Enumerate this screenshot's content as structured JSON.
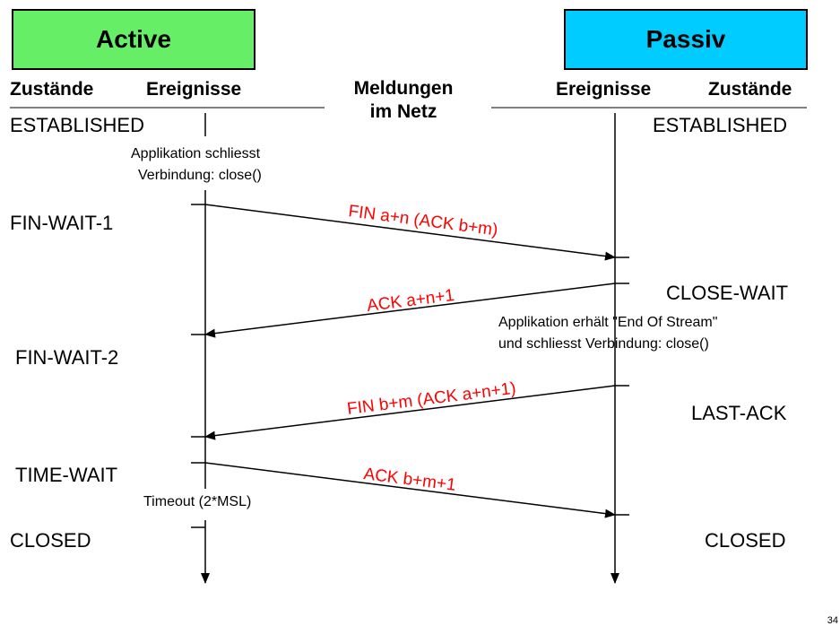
{
  "boxes": {
    "active": "Active",
    "passive": "Passiv"
  },
  "headers": {
    "left_states": "Zustände",
    "left_events": "Ereignisse",
    "messages_line1": "Meldungen",
    "messages_line2": "im Netz",
    "right_events": "Ereignisse",
    "right_states": "Zustände"
  },
  "left_states": [
    "ESTABLISHED",
    "FIN-WAIT-1",
    "FIN-WAIT-2",
    "TIME-WAIT",
    "CLOSED"
  ],
  "right_states": [
    "ESTABLISHED",
    "CLOSE-WAIT",
    "LAST-ACK",
    "CLOSED"
  ],
  "notes": {
    "active_close_line1": "Applikation schliesst",
    "active_close_line2": "Verbindung: close()",
    "passive_eos_line1": "Applikation erhält \"End Of Stream\"",
    "passive_eos_line2": "und schliesst Verbindung: close()",
    "timeout": "Timeout (2*MSL)"
  },
  "messages": [
    "FIN a+n (ACK b+m)",
    "ACK a+n+1",
    "FIN b+m (ACK a+n+1)",
    "ACK b+m+1"
  ],
  "colors": {
    "active": "#66ee66",
    "passive": "#00ccff",
    "message": "#ff0000"
  },
  "page_number": "34"
}
